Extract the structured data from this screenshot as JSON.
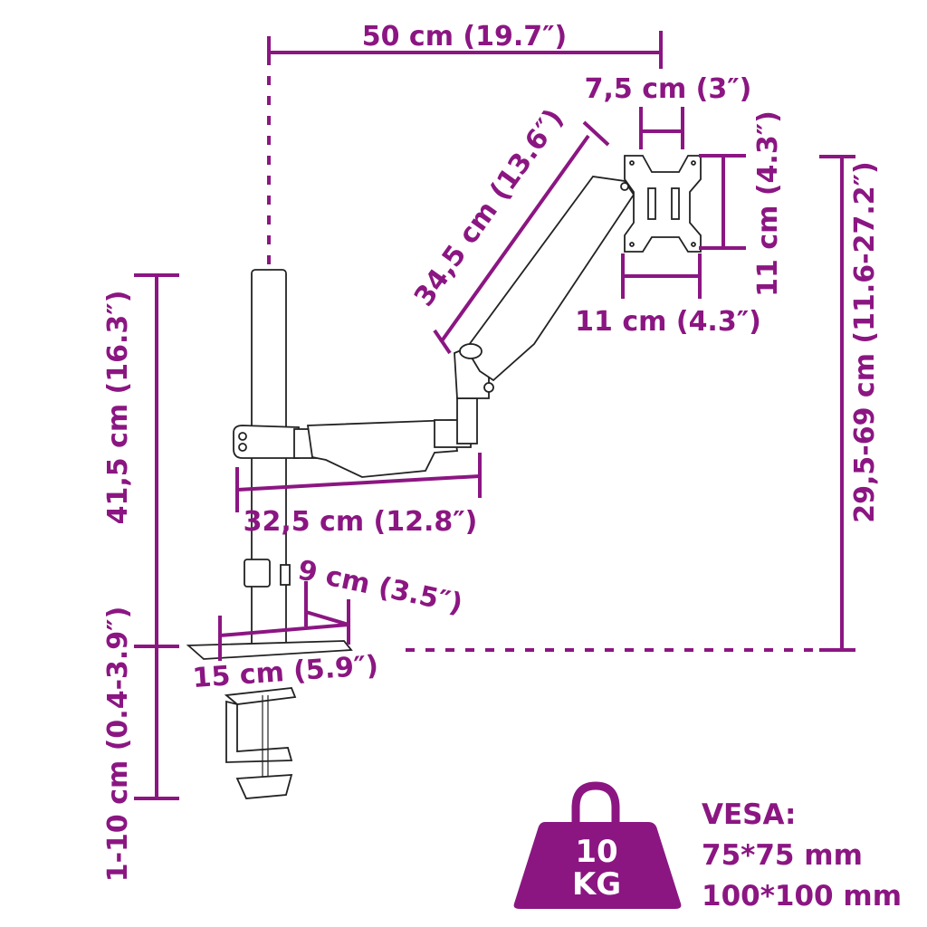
{
  "accent_color": "#8b1682",
  "dimensions": {
    "total_reach": "50 cm (19.7″)",
    "vesa_hole_width": "7,5 cm (3″)",
    "vesa_plate_height": "11 cm (4.3″)",
    "vesa_plate_width": "11 cm (4.3″)",
    "upper_arm_length": "34,5 cm (13.6″)",
    "height_range": "29,5-69 cm (11.6-27.2″)",
    "pole_height": "41,5 cm (16.3″)",
    "lower_arm_length": "32,5 cm (12.8″)",
    "base_depth": "9 cm (3.5″)",
    "base_width": "15 cm (5.9″)",
    "desk_thickness": "1-10 cm (0.4-3.9″)"
  },
  "weight_badge": {
    "icon": "weight-icon",
    "value": "10",
    "unit": "KG"
  },
  "vesa": {
    "label": "VESA:",
    "sizes": [
      "75*75 mm",
      "100*100 mm"
    ]
  }
}
